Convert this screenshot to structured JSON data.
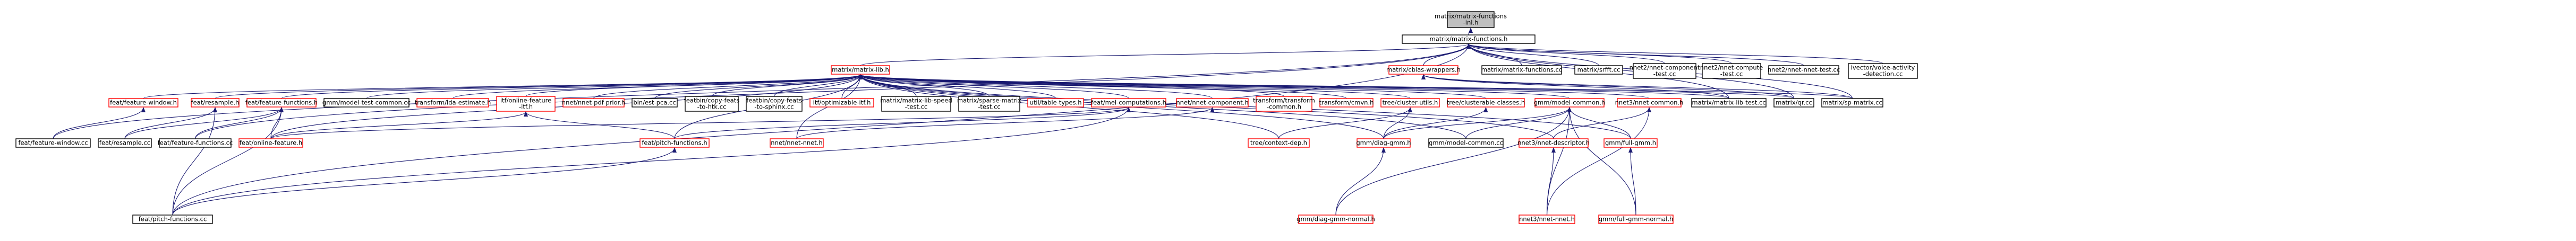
{
  "colors": {
    "edge": "#191970",
    "root_fill": "#bfbfbf",
    "root_border": "#000000",
    "header_border": "#ff0000",
    "source_border": "#000000",
    "text": "#000000",
    "node_fill": "#ffffff"
  },
  "nodes": [
    {
      "id": "root",
      "lines": [
        "matrix/matrix-functions",
        "-inl.h"
      ],
      "kind": "root"
    },
    {
      "id": "mf_h",
      "lines": [
        "matrix/matrix-functions.h"
      ],
      "kind": "source"
    },
    {
      "id": "mlib",
      "lines": [
        "matrix/matrix-lib.h"
      ],
      "kind": "header"
    },
    {
      "id": "blas",
      "lines": [
        "matrix/cblas-wrappers.h"
      ],
      "kind": "header"
    },
    {
      "id": "mf_cc",
      "lines": [
        "matrix/matrix-functions.cc"
      ],
      "kind": "source"
    },
    {
      "id": "srfft",
      "lines": [
        "matrix/srfft.cc"
      ],
      "kind": "source"
    },
    {
      "id": "nnet2comp",
      "lines": [
        "nnet2/nnet-component",
        "-test.cc"
      ],
      "kind": "source"
    },
    {
      "id": "nnet2compute",
      "lines": [
        "nnet2/nnet-compute",
        "-test.cc"
      ],
      "kind": "source"
    },
    {
      "id": "nnet2nnet",
      "lines": [
        "nnet2/nnet-nnet-test.cc"
      ],
      "kind": "source"
    },
    {
      "id": "vad",
      "lines": [
        "ivector/voice-activity",
        "-detection.cc"
      ],
      "kind": "source"
    },
    {
      "id": "fwin_h",
      "lines": [
        "feat/feature-window.h"
      ],
      "kind": "header"
    },
    {
      "id": "resample_h",
      "lines": [
        "feat/resample.h"
      ],
      "kind": "header"
    },
    {
      "id": "ffunc_h",
      "lines": [
        "feat/feature-functions.h"
      ],
      "kind": "header"
    },
    {
      "id": "gmmtest",
      "lines": [
        "gmm/model-test-common.cc"
      ],
      "kind": "source"
    },
    {
      "id": "ldaest",
      "lines": [
        "transform/lda-estimate.h"
      ],
      "kind": "header"
    },
    {
      "id": "onlinefeat_itf",
      "lines": [
        "itf/online-feature",
        "-itf.h"
      ],
      "kind": "header"
    },
    {
      "id": "nnetpdf",
      "lines": [
        "nnet/nnet-pdf-prior.h"
      ],
      "kind": "header"
    },
    {
      "id": "pca",
      "lines": [
        "bin/est-pca.cc"
      ],
      "kind": "source"
    },
    {
      "id": "copyhtk",
      "lines": [
        "featbin/copy-feats",
        "-to-htk.cc"
      ],
      "kind": "source"
    },
    {
      "id": "copysphinx",
      "lines": [
        "featbin/copy-feats",
        "-to-sphinx.cc"
      ],
      "kind": "source"
    },
    {
      "id": "optimizable",
      "lines": [
        "itf/optimizable-itf.h"
      ],
      "kind": "header"
    },
    {
      "id": "mlibspeed",
      "lines": [
        "matrix/matrix-lib-speed",
        "-test.cc"
      ],
      "kind": "source"
    },
    {
      "id": "sparsetest",
      "lines": [
        "matrix/sparse-matrix",
        "-test.cc"
      ],
      "kind": "source"
    },
    {
      "id": "tabletypes",
      "lines": [
        "util/table-types.h"
      ],
      "kind": "header"
    },
    {
      "id": "mfcc_comp",
      "lines": [
        "feat/mel-computations.h"
      ],
      "kind": "header"
    },
    {
      "id": "nnetcomp",
      "lines": [
        "nnet/nnet-component.h"
      ],
      "kind": "header"
    },
    {
      "id": "transform",
      "lines": [
        "transform/transform",
        "-common.h"
      ],
      "kind": "header"
    },
    {
      "id": "cmvn",
      "lines": [
        "transform/cmvn.h"
      ],
      "kind": "header"
    },
    {
      "id": "clusterutils",
      "lines": [
        "tree/cluster-utils.h"
      ],
      "kind": "header"
    },
    {
      "id": "clusterable",
      "lines": [
        "tree/clusterable-classes.h"
      ],
      "kind": "header"
    },
    {
      "id": "modelcommon",
      "lines": [
        "gmm/model-common.h"
      ],
      "kind": "header"
    },
    {
      "id": "nnet3common",
      "lines": [
        "nnet3/nnet-common.h"
      ],
      "kind": "header"
    },
    {
      "id": "mlibtest",
      "lines": [
        "matrix/matrix-lib-test.cc"
      ],
      "kind": "source"
    },
    {
      "id": "qrcc",
      "lines": [
        "matrix/qr.cc"
      ],
      "kind": "source"
    },
    {
      "id": "spmatrix",
      "lines": [
        "matrix/sp-matrix.cc"
      ],
      "kind": "source"
    },
    {
      "id": "fwin_cc",
      "lines": [
        "feat/feature-window.cc"
      ],
      "kind": "source"
    },
    {
      "id": "resample_cc",
      "lines": [
        "feat/resample.cc"
      ],
      "kind": "source"
    },
    {
      "id": "ffunc_cc",
      "lines": [
        "feat/feature-functions.cc"
      ],
      "kind": "source"
    },
    {
      "id": "onlinefeat_h",
      "lines": [
        "feat/online-feature.h"
      ],
      "kind": "header"
    },
    {
      "id": "pitchfunc_h",
      "lines": [
        "feat/pitch-functions.h"
      ],
      "kind": "header"
    },
    {
      "id": "nnetnnet",
      "lines": [
        "nnet/nnet-nnet.h"
      ],
      "kind": "header"
    },
    {
      "id": "contextdep",
      "lines": [
        "tree/context-dep.h"
      ],
      "kind": "header"
    },
    {
      "id": "diaggmm",
      "lines": [
        "gmm/diag-gmm.h"
      ],
      "kind": "header"
    },
    {
      "id": "modelcommon_cc",
      "lines": [
        "gmm/model-common.cc"
      ],
      "kind": "source"
    },
    {
      "id": "nnet3desc",
      "lines": [
        "nnet3/nnet-descriptor.h"
      ],
      "kind": "header"
    },
    {
      "id": "fullgmm",
      "lines": [
        "gmm/full-gmm.h"
      ],
      "kind": "header"
    },
    {
      "id": "pitchfunc_cc",
      "lines": [
        "feat/pitch-functions.cc"
      ],
      "kind": "source"
    },
    {
      "id": "diaggmmnormal",
      "lines": [
        "gmm/diag-gmm-normal.h"
      ],
      "kind": "header"
    },
    {
      "id": "nnet3nnet",
      "lines": [
        "nnet3/nnet-nnet.h"
      ],
      "kind": "header"
    },
    {
      "id": "fullgmmnormal",
      "lines": [
        "gmm/full-gmm-normal.h"
      ],
      "kind": "header"
    }
  ],
  "edges": [
    [
      "mf_h",
      "root"
    ],
    [
      "mlib",
      "mf_h"
    ],
    [
      "blas",
      "mf_h"
    ],
    [
      "mf_cc",
      "mf_h"
    ],
    [
      "srfft",
      "mf_h"
    ],
    [
      "nnet2comp",
      "mf_h"
    ],
    [
      "nnet2compute",
      "mf_h"
    ],
    [
      "nnet2nnet",
      "mf_h"
    ],
    [
      "vad",
      "mf_h"
    ],
    [
      "mlibtest",
      "mf_h"
    ],
    [
      "qrcc",
      "mf_h"
    ],
    [
      "spmatrix",
      "mf_h"
    ],
    [
      "fwin_cc",
      "mf_h"
    ],
    [
      "ffunc_cc",
      "mf_h"
    ],
    [
      "pitchfunc_cc",
      "mf_h"
    ],
    [
      "mlibtest",
      "blas"
    ],
    [
      "qrcc",
      "blas"
    ],
    [
      "spmatrix",
      "blas"
    ],
    [
      "fwin_h",
      "mlib"
    ],
    [
      "resample_h",
      "mlib"
    ],
    [
      "ffunc_h",
      "mlib"
    ],
    [
      "gmmtest",
      "mlib"
    ],
    [
      "ldaest",
      "mlib"
    ],
    [
      "onlinefeat_itf",
      "mlib"
    ],
    [
      "nnetpdf",
      "mlib"
    ],
    [
      "pca",
      "mlib"
    ],
    [
      "copyhtk",
      "mlib"
    ],
    [
      "copysphinx",
      "mlib"
    ],
    [
      "optimizable",
      "mlib"
    ],
    [
      "mlibspeed",
      "mlib"
    ],
    [
      "sparsetest",
      "mlib"
    ],
    [
      "tabletypes",
      "mlib"
    ],
    [
      "mfcc_comp",
      "mlib"
    ],
    [
      "nnetcomp",
      "mlib"
    ],
    [
      "transform",
      "mlib"
    ],
    [
      "cmvn",
      "mlib"
    ],
    [
      "clusterutils",
      "mlib"
    ],
    [
      "clusterable",
      "mlib"
    ],
    [
      "modelcommon",
      "mlib"
    ],
    [
      "nnet3common",
      "mlib"
    ],
    [
      "mlibtest",
      "mlib"
    ],
    [
      "qrcc",
      "mlib"
    ],
    [
      "spmatrix",
      "mlib"
    ],
    [
      "onlinefeat_h",
      "mlib"
    ],
    [
      "pitchfunc_h",
      "mlib"
    ],
    [
      "nnetnnet",
      "mlib"
    ],
    [
      "diaggmm",
      "mlib"
    ],
    [
      "fullgmm",
      "mlib"
    ],
    [
      "modelcommon_cc",
      "mlib"
    ],
    [
      "nnet3desc",
      "mlib"
    ],
    [
      "contextdep",
      "mlib"
    ],
    [
      "fwin_cc",
      "fwin_h"
    ],
    [
      "resample_cc",
      "resample_h"
    ],
    [
      "pitchfunc_cc",
      "resample_h"
    ],
    [
      "ffunc_cc",
      "ffunc_h"
    ],
    [
      "resample_cc",
      "ffunc_h"
    ],
    [
      "onlinefeat_h",
      "ffunc_h"
    ],
    [
      "pitchfunc_cc",
      "ffunc_h"
    ],
    [
      "onlinefeat_h",
      "onlinefeat_itf"
    ],
    [
      "pitchfunc_h",
      "onlinefeat_itf"
    ],
    [
      "pitchfunc_h",
      "mfcc_comp"
    ],
    [
      "pitchfunc_cc",
      "mfcc_comp"
    ],
    [
      "onlinefeat_h",
      "mfcc_comp"
    ],
    [
      "pitchfunc_cc",
      "pitchfunc_h"
    ],
    [
      "nnetnnet",
      "nnetcomp"
    ],
    [
      "contextdep",
      "clusterutils"
    ],
    [
      "diaggmm",
      "clusterutils"
    ],
    [
      "diaggmm",
      "clusterable"
    ],
    [
      "diaggmm",
      "modelcommon"
    ],
    [
      "modelcommon_cc",
      "modelcommon"
    ],
    [
      "fullgmm",
      "modelcommon"
    ],
    [
      "diaggmmnormal",
      "modelcommon"
    ],
    [
      "fullgmmnormal",
      "modelcommon"
    ],
    [
      "nnet3nnet",
      "modelcommon"
    ],
    [
      "nnet3desc",
      "nnet3common"
    ],
    [
      "nnet3nnet",
      "nnet3common"
    ],
    [
      "nnet3nnet",
      "nnet3desc"
    ],
    [
      "diaggmmnormal",
      "diaggmm"
    ],
    [
      "fullgmmnormal",
      "fullgmm"
    ]
  ]
}
